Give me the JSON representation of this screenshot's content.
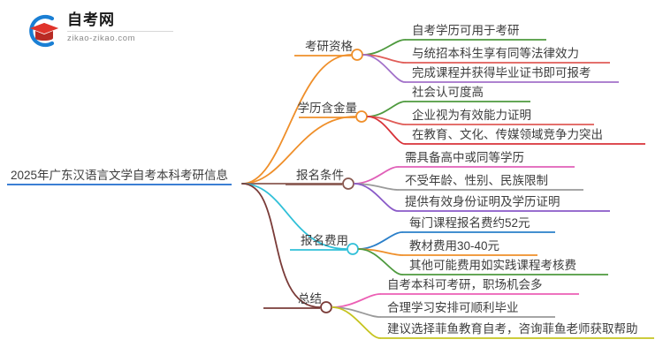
{
  "logo": {
    "name": "zikao-logo",
    "brand": "自考网",
    "url": "zikao-zikao.com",
    "mark_colors": {
      "arc": "#1a7fd4",
      "cap": "#e0342b",
      "cap_dark": "#b82b24"
    }
  },
  "mindmap": {
    "root": {
      "label": "2025年广东汉语言文学自考本科考研信息",
      "color": "#3b7fd4"
    },
    "branches": [
      {
        "label": "考研资格",
        "color": "#ef8f2a",
        "children": [
          {
            "label": "自考学历可用于考研",
            "color": "#4e9a3e"
          },
          {
            "label": "与统招本科生享有同等法律效力",
            "color": "#e05c57"
          },
          {
            "label": "完成课程并获得毕业证书即可报考",
            "color": "#a271c9"
          }
        ]
      },
      {
        "label": "学历含金量",
        "color": "#ef8f2a",
        "children": [
          {
            "label": "社会认可度高",
            "color": "#4e9a3e"
          },
          {
            "label": "企业视为有效能力证明",
            "color": "#e05c57"
          },
          {
            "label": "在教育、文化、传媒领域竞争力突出",
            "color": "#d8333a"
          }
        ]
      },
      {
        "label": "报名条件",
        "color": "#8a5a52",
        "children": [
          {
            "label": "需具备高中或同等学历",
            "color": "#e060b8"
          },
          {
            "label": "不受年龄、性别、民族限制",
            "color": "#9a9a9a"
          },
          {
            "label": "提供有效身份证明及学历证明",
            "color": "#8a5ac8"
          }
        ]
      },
      {
        "label": "报名费用",
        "color": "#31c0d8",
        "children": [
          {
            "label": "每门课程报名费约52元",
            "color": "#2a7fc9"
          },
          {
            "label": "教材费用30-40元",
            "color": "#ef8f2a"
          },
          {
            "label": "其他可能费用如实践课程考核费",
            "color": "#4e9a3e"
          }
        ]
      },
      {
        "label": "总结",
        "color": "#7a3b38",
        "children": [
          {
            "label": "自考本科可考研，职场机会多",
            "color": "#ec5fb4"
          },
          {
            "label": "合理学习安排可顺利毕业",
            "color": "#9a9a9a"
          },
          {
            "label": "建议选择菲鱼教育自考，咨询菲鱼老师获取帮助",
            "color": "#c6c420"
          }
        ]
      }
    ]
  }
}
